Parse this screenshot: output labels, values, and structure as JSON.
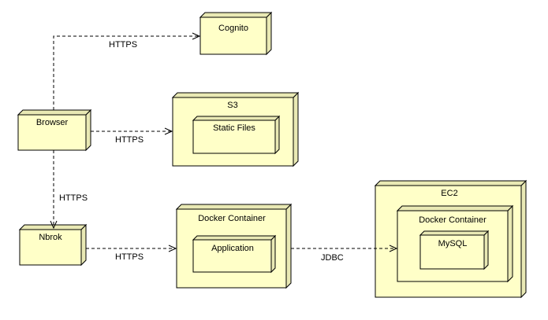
{
  "nodes": {
    "cognito": "Cognito",
    "s3": "S3",
    "static_files": "Static Files",
    "browser": "Browser",
    "nbrok": "Nbrok",
    "docker_container_app": "Docker Container",
    "application": "Application",
    "ec2": "EC2",
    "docker_container_db": "Docker Container",
    "mysql": "MySQL"
  },
  "edges": {
    "browser_cognito": "HTTPS",
    "browser_s3": "HTTPS",
    "browser_nbrok": "HTTPS",
    "nbrok_app": "HTTPS",
    "app_mysql": "JDBC"
  },
  "colors": {
    "node_fill": "#ffffc8",
    "node_side": "#e9e9b4",
    "stroke": "#000000"
  }
}
